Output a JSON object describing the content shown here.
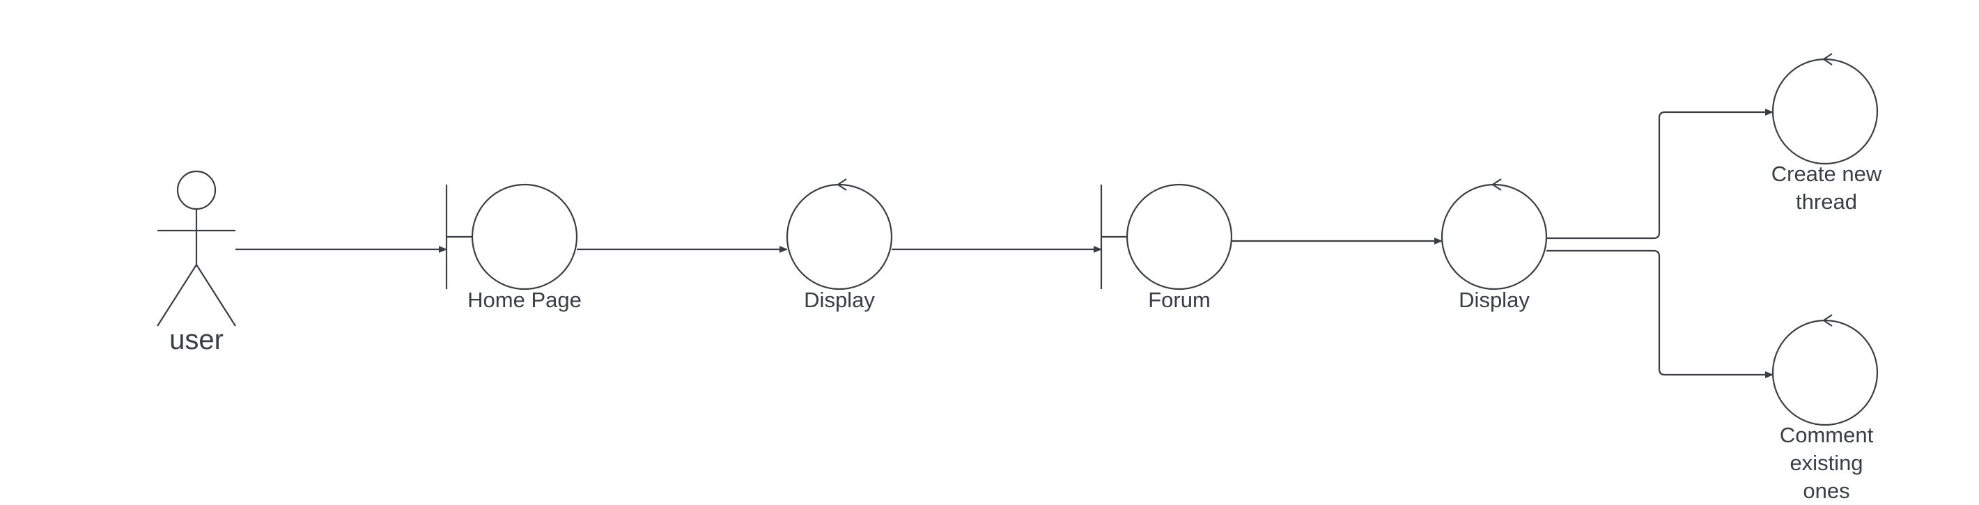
{
  "diagram": {
    "actor": {
      "label": "user",
      "icon": "stick-figure-actor-icon"
    },
    "nodes": [
      {
        "id": "home-page",
        "kind": "boundary",
        "label": "Home Page"
      },
      {
        "id": "display-1",
        "kind": "control",
        "label": "Display"
      },
      {
        "id": "forum",
        "kind": "boundary",
        "label": "Forum"
      },
      {
        "id": "display-2",
        "kind": "control",
        "label": "Display"
      },
      {
        "id": "create-thread",
        "kind": "control",
        "label": "Create new\nthread"
      },
      {
        "id": "comment-existing",
        "kind": "control",
        "label": "Comment existing\nones"
      }
    ],
    "edges": [
      {
        "from": "user",
        "to": "home-page"
      },
      {
        "from": "home-page",
        "to": "display-1"
      },
      {
        "from": "display-1",
        "to": "forum"
      },
      {
        "from": "forum",
        "to": "display-2"
      },
      {
        "from": "display-2",
        "to": "create-thread"
      },
      {
        "from": "display-2",
        "to": "comment-existing"
      }
    ],
    "colors": {
      "stroke": "#3a3d44",
      "text": "#3a3d44",
      "background": "#ffffff"
    }
  }
}
